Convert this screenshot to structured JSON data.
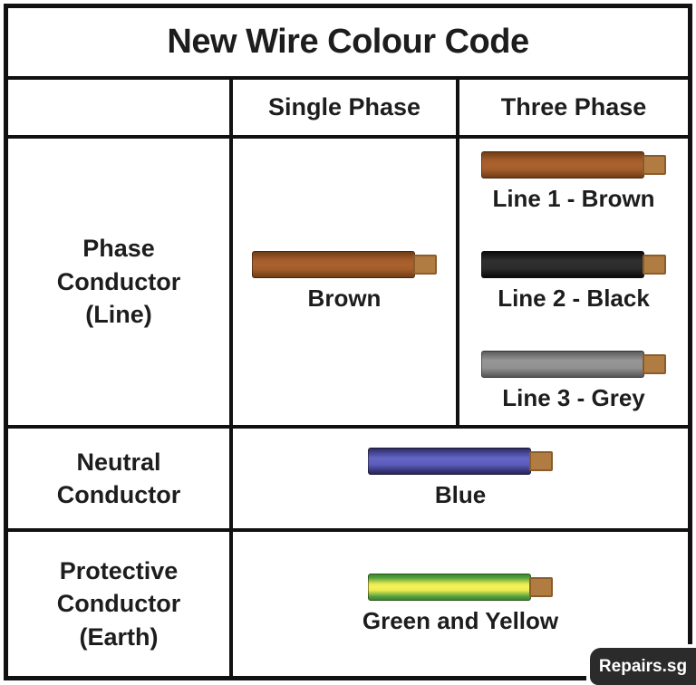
{
  "title": "New Wire Colour Code",
  "table": {
    "columns": [
      "",
      "Single Phase",
      "Three Phase"
    ],
    "rows": [
      {
        "label": "Phase Conductor (Line)",
        "single_phase": {
          "label": "Brown",
          "wire_color": "brown"
        },
        "three_phase": [
          {
            "label": "Line 1 - Brown",
            "wire_color": "brown"
          },
          {
            "label": "Line 2 - Black",
            "wire_color": "black"
          },
          {
            "label": "Line 3 - Grey",
            "wire_color": "grey"
          }
        ]
      },
      {
        "label": "Neutral Conductor",
        "merged": {
          "label": "Blue",
          "wire_color": "blue"
        }
      },
      {
        "label": "Protective Conductor (Earth)",
        "merged": {
          "label": "Green and Yellow",
          "wire_color": "green-yellow"
        }
      }
    ]
  },
  "badge": {
    "label": "Repairs.sg"
  },
  "colors": {
    "background": "#ffffff",
    "table-border": "#111111",
    "text": "#1d1d1d",
    "wire-brown": "#a45d2a",
    "wire-brown-dark": "#6f3d17",
    "wire-black": "#2c2c2c",
    "wire-black-dark": "#0c0c0c",
    "wire-grey": "#919191",
    "wire-grey-dark": "#5c5c5c",
    "wire-blue": "#5d5dbe",
    "wire-blue-dark": "#2c2c68",
    "wire-green": "#4f9d3e",
    "wire-green-dark": "#3c8a30",
    "wire-yellow": "#ecec52",
    "copper": "#b07c42",
    "copper-dark": "#8a5c2c",
    "badge-bg": "#2b2b2b",
    "badge-text": "#ffffff"
  }
}
